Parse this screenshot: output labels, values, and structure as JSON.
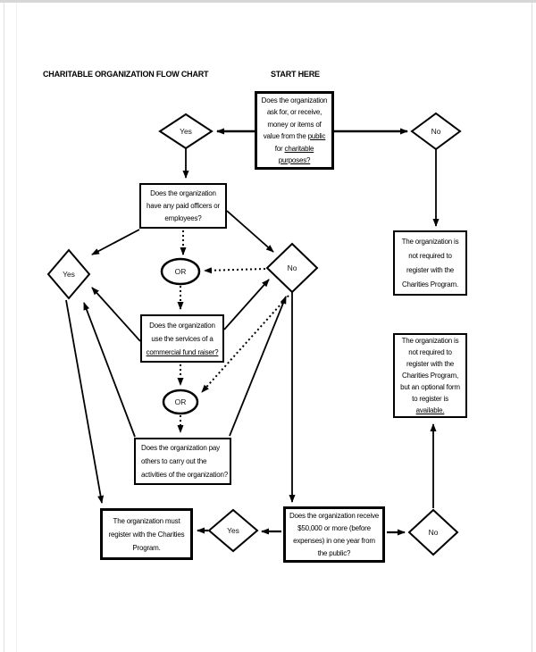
{
  "page": {
    "title": "CHARITABLE ORGANIZATION FLOW CHART",
    "start_label": "START HERE"
  },
  "nodes": {
    "start_box": {
      "l1": "Does the organization",
      "l2": "ask for, or receive,",
      "l3": "money or items of",
      "l4a": "value from the ",
      "l4b": "public",
      "l5a": "for ",
      "l5b": "charitable",
      "l6": "purposes?"
    },
    "paid_officers_box": {
      "l1": "Does the organization",
      "l2": "have any paid officers or",
      "l3": "employees?"
    },
    "fund_raiser_box": {
      "l1": "Does the organization",
      "l2": "use the services of a",
      "l3": "commercial fund raiser?"
    },
    "pay_others_box": {
      "l1": "Does the organization pay",
      "l2": "others to carry out the",
      "l3": "activities of the organization?"
    },
    "receive_50k_box": {
      "l1": "Does the organization receive",
      "l2": "$50,000 or more (before",
      "l3": "expenses) in one year from",
      "l4": "the public?"
    },
    "must_register_box": {
      "l1": "The organization must",
      "l2": "register with the Charities",
      "l3": "Program."
    },
    "not_required_box": {
      "l1": "The organization is",
      "l2": "not required to",
      "l3": "register with the",
      "l4": "Charities Program."
    },
    "optional_form_box": {
      "l1": "The organization is",
      "l2": "not required to",
      "l3": "register with the",
      "l4": "Charities Program,",
      "l5": "but an optional form",
      "l6": "to register is",
      "l7": "available."
    },
    "decisions": {
      "yes_top": "Yes",
      "no_top": "No",
      "yes_left": "Yes",
      "no_mid": "No",
      "yes_bottom": "Yes",
      "no_bottom": "No",
      "or1": "OR",
      "or2": "OR"
    }
  },
  "colors": {
    "line": "#000000",
    "box_border": "#000000",
    "page_border": "#d9d9d9",
    "background": "#ffffff"
  }
}
